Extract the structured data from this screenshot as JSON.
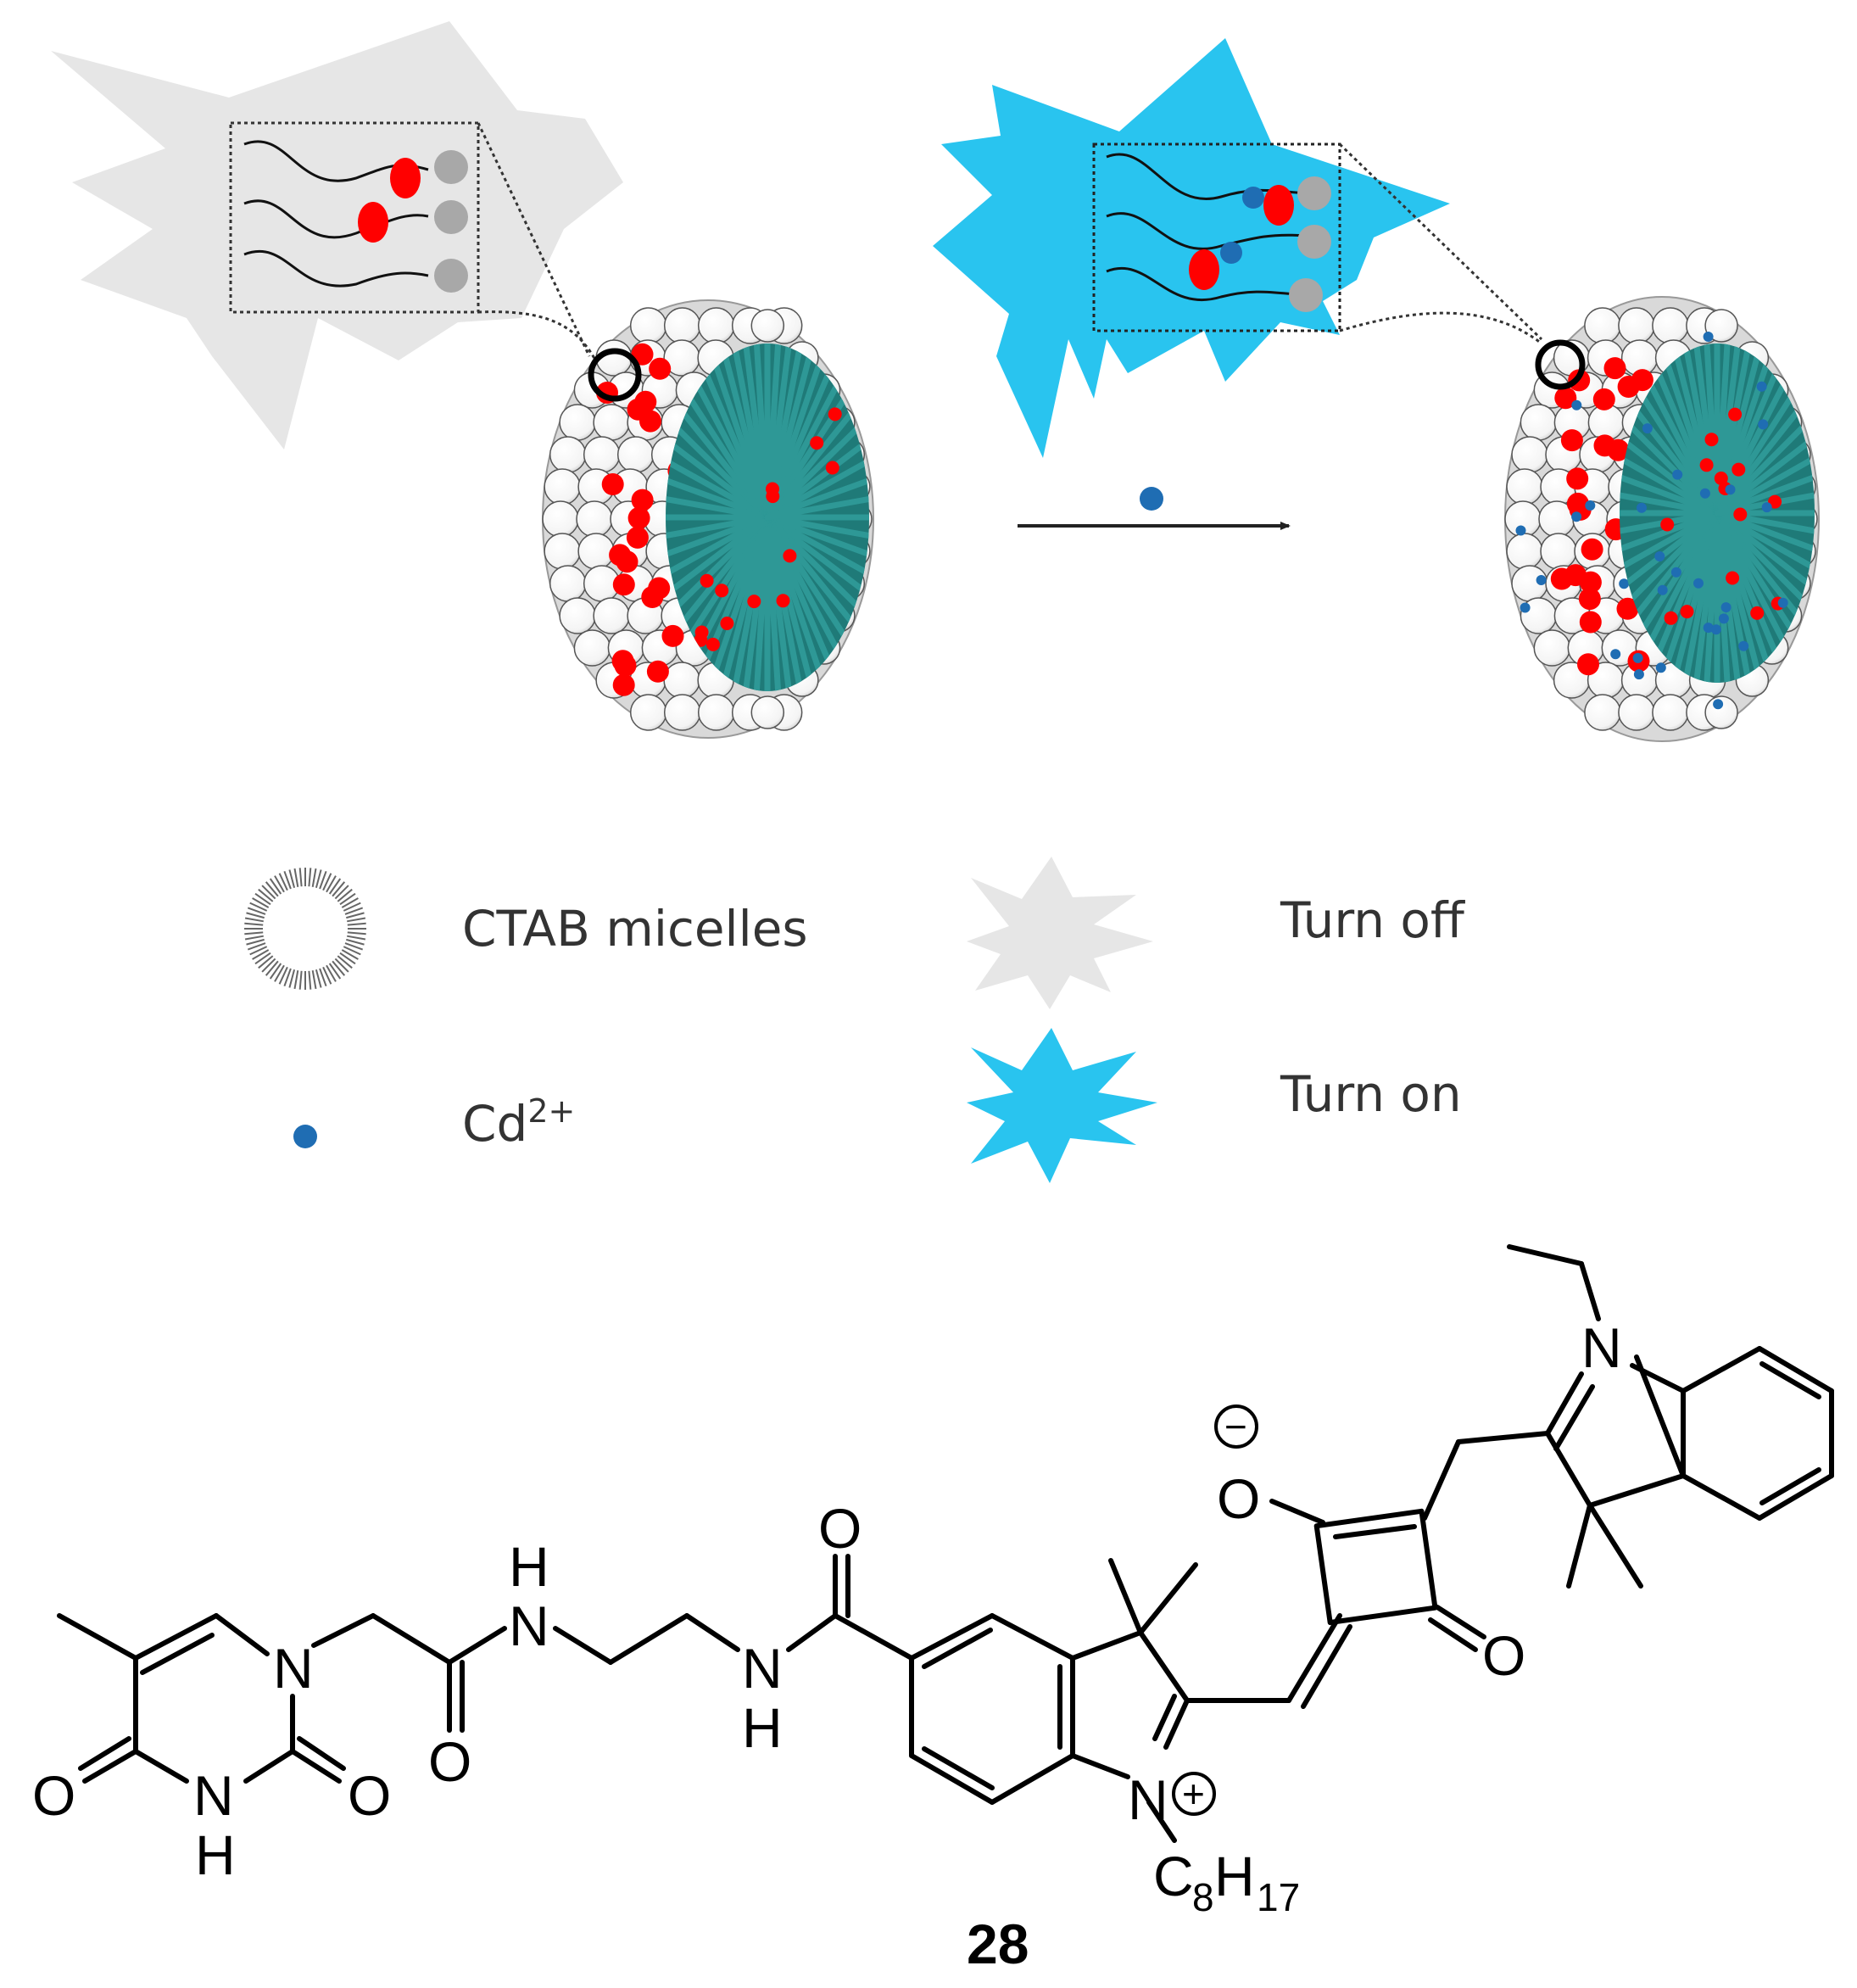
{
  "legend": {
    "micelles_label": "CTAB  micelles",
    "cd_label": "Cd",
    "cd_charge": "2+",
    "turn_off_label": "Turn off",
    "turn_on_label": "Turn on"
  },
  "structure": {
    "compound_number": "28",
    "labels": {
      "N": "N",
      "H": "H",
      "O": "O",
      "C": "C",
      "sub_8": "8",
      "sub_17": "17",
      "plus": "+",
      "minus": "−"
    }
  },
  "colors": {
    "turn_off_star": "#e6e6e6",
    "turn_on_star": "#29c4ef",
    "probe_head": "#ff0000",
    "cd_ion": "#1f6db3",
    "micelle_core": "#1f7a78",
    "surfactant_head": "#ffffff",
    "gray_head": "#a8a8a8"
  }
}
